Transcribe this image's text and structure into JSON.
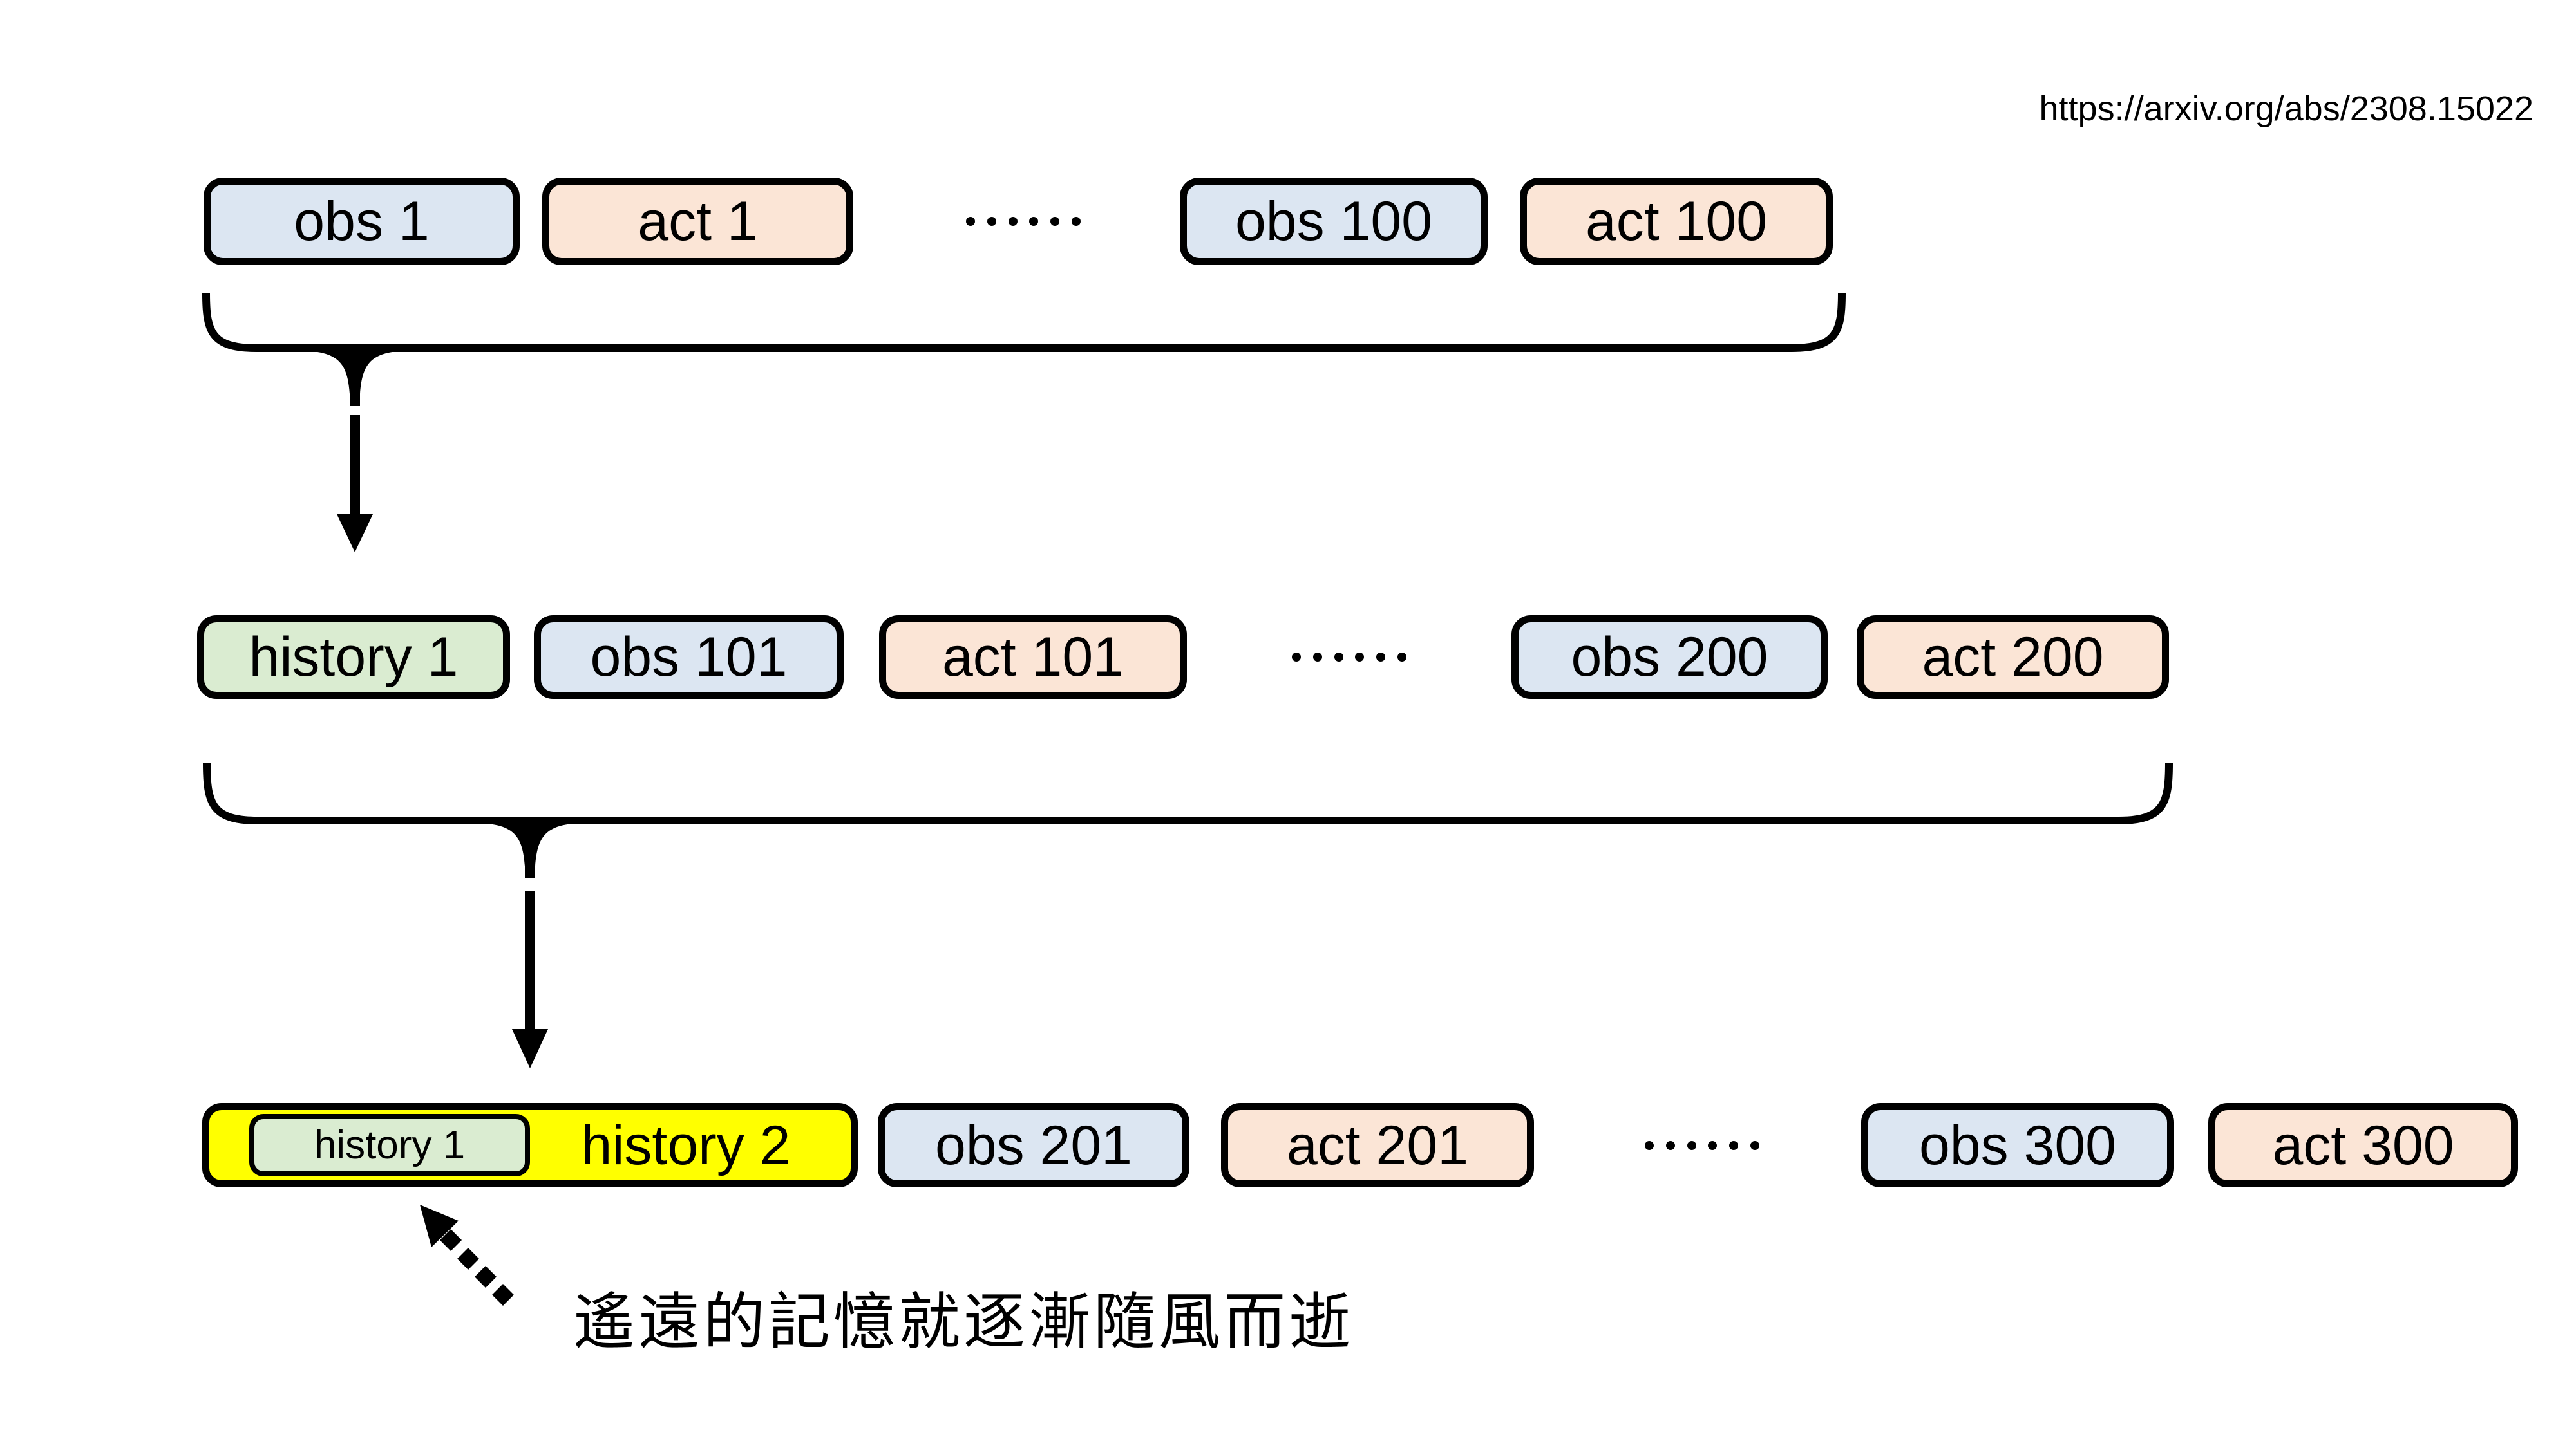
{
  "header": {
    "arxiv_url": "https://arxiv.org/abs/2308.15022"
  },
  "row1": {
    "obs_a": "obs 1",
    "act_a": "act 1",
    "ellipsis": "······",
    "obs_b": "obs 100",
    "act_b": "act 100"
  },
  "row2": {
    "history": "history 1",
    "obs_a": "obs 101",
    "act_a": "act 101",
    "ellipsis": "······",
    "obs_b": "obs 200",
    "act_b": "act 200"
  },
  "row3": {
    "nested_history": "history 1",
    "merged_history": "history 2",
    "obs_a": "obs 201",
    "act_a": "act 201",
    "ellipsis": "······",
    "obs_b": "obs 300",
    "act_b": "act 300"
  },
  "annotation": {
    "text": "遙遠的記憶就逐漸隨風而逝"
  },
  "colors": {
    "obs_fill": "#DCE6F2",
    "act_fill": "#FBE5D6",
    "history_fill": "#DAECD1",
    "highlight_fill": "#FFFF00",
    "outline": "#000000",
    "background": "#FFFFFF"
  }
}
